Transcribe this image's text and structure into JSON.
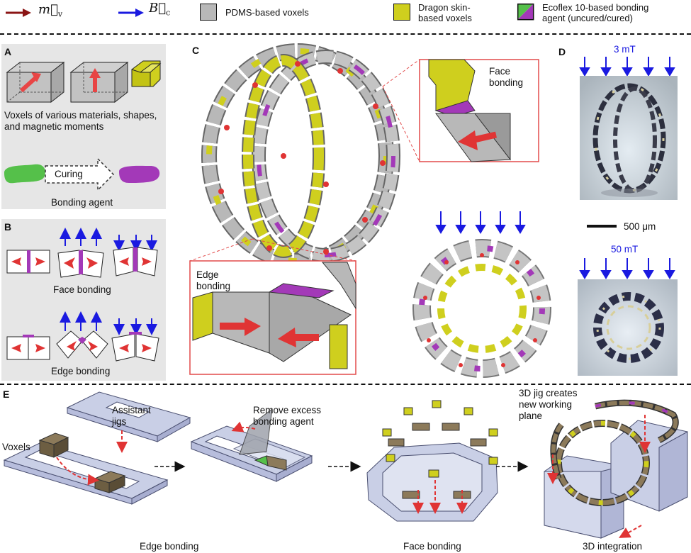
{
  "legend": {
    "mv_symbol": "m⃗",
    "mv_sub": "v",
    "bc_symbol": "B⃗",
    "bc_sub": "c",
    "pdms": "PDMS-based voxels",
    "dragon_line1": "Dragon skin-",
    "dragon_line2": "based voxels",
    "ecoflex_line1": "Ecoflex 10-based bonding",
    "ecoflex_line2": "agent (uncured/cured)",
    "colors": {
      "pdms": "#b8b8b8",
      "dragon": "#cfcf1e",
      "ecoflex_uncured": "#55c04a",
      "ecoflex_cured": "#a339b8",
      "moment": "#e03434",
      "field": "#1a1ae0"
    }
  },
  "panels": {
    "A": {
      "label": "A",
      "caption_line1": "Voxels of various materials, shapes,",
      "caption_line2": "and magnetic moments",
      "curing": "Curing",
      "bonding_agent": "Bonding agent"
    },
    "B": {
      "label": "B",
      "face_bonding": "Face bonding",
      "edge_bonding": "Edge bonding"
    },
    "C": {
      "label": "C",
      "face_bonding_line1": "Face",
      "face_bonding_line2": "bonding",
      "edge_bonding_line1": "Edge",
      "edge_bonding_line2": "bonding"
    },
    "D": {
      "label": "D",
      "field_low": "3 mT",
      "field_high": "50 mT",
      "scale": "500 μm"
    },
    "E": {
      "label": "E",
      "voxels": "Voxels",
      "assistant_line1": "Assistant",
      "assistant_line2": "jigs",
      "remove_line1": "Remove excess",
      "remove_line2": "bonding agent",
      "jig_line1": "3D jig creates",
      "jig_line2": "new working",
      "jig_line3": "plane",
      "step1": "Edge bonding",
      "step2": "Face bonding",
      "step3": "3D integration"
    }
  }
}
